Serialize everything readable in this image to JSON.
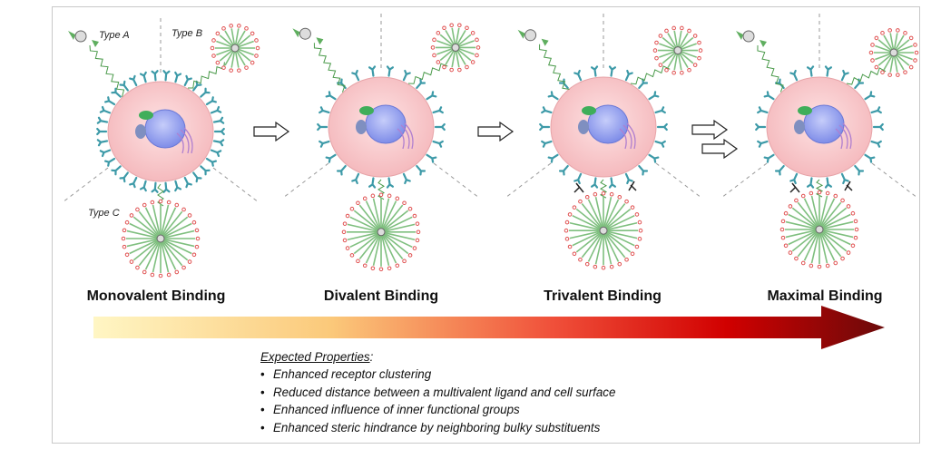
{
  "stages": [
    {
      "label": "Monovalent Binding"
    },
    {
      "label": "Divalent Binding"
    },
    {
      "label": "Trivalent Binding"
    },
    {
      "label": "Maximal Binding"
    }
  ],
  "type_labels": {
    "a": "Type A",
    "b": "Type B",
    "c": "Type C"
  },
  "properties": {
    "heading": "Expected Properties",
    "items": [
      "Enhanced receptor clustering",
      "Reduced distance between a multivalent ligand and cell surface",
      "Enhanced influence of inner functional groups",
      "Enhanced steric hindrance by neighboring bulky substituents"
    ]
  },
  "colors": {
    "cell": "#f8c8cb",
    "nucleus": "#8f9df0",
    "receptor": "#3d9aa8",
    "ligand": "#7fbf7f",
    "ligand_end": "#e05050",
    "gradient": [
      "#fff6c4",
      "#fbc97a",
      "#f0503a",
      "#d10000",
      "#6b0a0a"
    ]
  }
}
